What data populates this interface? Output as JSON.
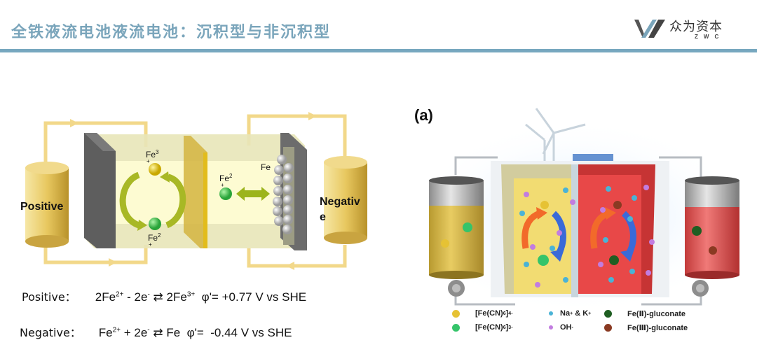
{
  "header": {
    "title": "全铁液流电池液流电池：沉积型与非沉积型",
    "logo": {
      "cn": "众为资本",
      "en": "ZWC"
    },
    "accent_color": "#77a7bf"
  },
  "left_diagram": {
    "tanks": {
      "positive": "Positive",
      "negative_line1": "Negativ",
      "negative_line2": "e"
    },
    "ions": {
      "fe3_base": "Fe",
      "fe3_charge": "3",
      "fe3_plus": "+",
      "fe2_left_base": "Fe",
      "fe2_left_charge": "2",
      "fe2_left_plus": "+",
      "fe2_right_base": "Fe",
      "fe2_right_charge": "2",
      "fe2_right_plus": "+",
      "fe_deposit": "Fe"
    }
  },
  "equations": {
    "positive": {
      "label": "Positive：",
      "lhs": "2Fe",
      "lhs_sup": "2+",
      "minus": " - 2e",
      "e_sup": "-",
      "arrow": " ⇄ ",
      "rhs": "2Fe",
      "rhs_sup": "3+",
      "potential": "  φ'= +0.77 V vs SHE"
    },
    "negative": {
      "label": "Negative：",
      "lhs": "Fe",
      "lhs_sup": "2+",
      "plus": " + 2e",
      "e_sup": "-",
      "arrow": " ⇄ ",
      "rhs": "Fe",
      "potential": "  φ'=  -0.44 V vs SHE"
    }
  },
  "right_diagram": {
    "panel_label": "(a)",
    "legend": [
      {
        "base": "[Fe(CN)",
        "sub": "6",
        "close": "]",
        "sup": "4-",
        "color": "#e6c234"
      },
      {
        "base": "[Fe(CN)",
        "sub": "6",
        "close": "]",
        "sup": "3-",
        "color": "#35c46a"
      },
      {
        "base": "Na",
        "sup": "+",
        "rest": " & K",
        "sup2": "+",
        "color": "#4ab3d6"
      },
      {
        "base": "OH",
        "sup": "-",
        "color": "#c27de0"
      },
      {
        "text": "Fe(Ⅱ)-gluconate",
        "color": "#1f5e22"
      },
      {
        "text": "Fe(Ⅲ)-gluconate",
        "color": "#8a3a22"
      }
    ]
  }
}
